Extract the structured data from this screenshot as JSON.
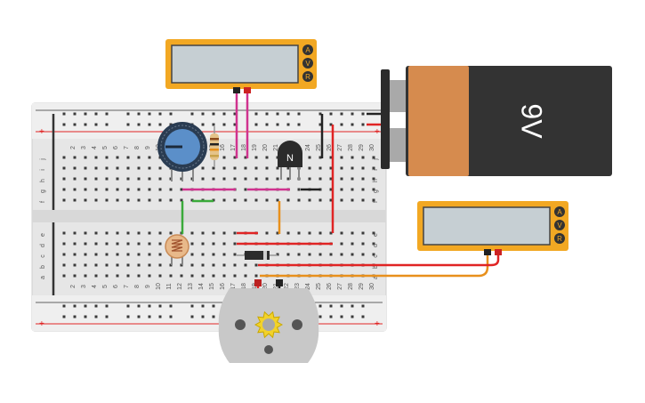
{
  "breadboard": {
    "rows_top": [
      "j",
      "i",
      "h",
      "g",
      "f"
    ],
    "rows_bottom": [
      "e",
      "d",
      "c",
      "b",
      "a"
    ],
    "col_numbers": [
      "2",
      "3",
      "4",
      "5",
      "6",
      "7",
      "8",
      "9",
      "10",
      "11",
      "12",
      "13",
      "14",
      "15",
      "16",
      "17",
      "18",
      "19",
      "20",
      "21",
      "22",
      "23",
      "24",
      "25",
      "26",
      "27",
      "28",
      "29",
      "30"
    ],
    "rail_plus": "+",
    "rail_minus": "−"
  },
  "meters": [
    {
      "buttons": [
        "A",
        "V",
        "R"
      ]
    },
    {
      "buttons": [
        "A",
        "V",
        "R"
      ]
    }
  ],
  "battery": {
    "label": "9V",
    "color_cap": "#d68b4e",
    "color_body": "#333333"
  },
  "transistor": {
    "label": "N"
  },
  "colors": {
    "pink_wire": "#d0338f",
    "red_wire": "#e02424",
    "orange_wire": "#e8901c",
    "green_wire": "#3aaa3a",
    "black_wire": "#222222",
    "meter_frame": "#f2a823",
    "meter_screen": "#c6cfd3",
    "potentiometer": "#5b8fc9"
  }
}
